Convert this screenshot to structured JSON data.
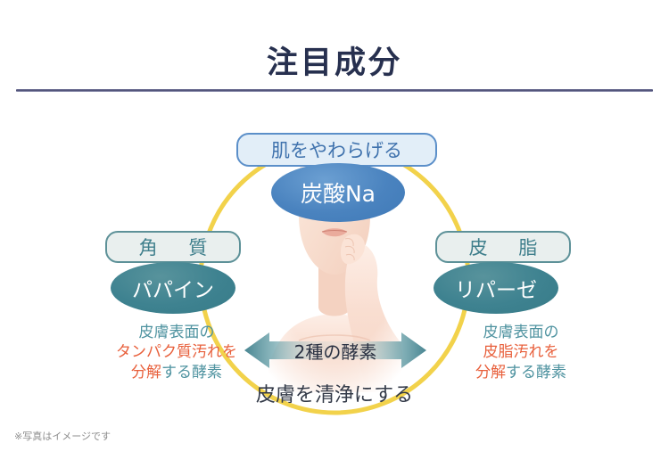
{
  "header": {
    "title": "注目成分"
  },
  "diagram": {
    "top": {
      "pill_label": "肌をやわらげる",
      "ingredient": "炭酸Na"
    },
    "left": {
      "pill_label": "角 質",
      "ingredient": "パパイン",
      "desc_line1": "皮膚表面の",
      "desc_line2": "タンパク質汚れを",
      "desc_line3_highlight": "分解",
      "desc_line3_rest": "する酵素"
    },
    "right": {
      "pill_label": "皮 脂",
      "ingredient": "リパーゼ",
      "desc_line1": "皮膚表面の",
      "desc_line2": "皮脂汚れを",
      "desc_line3_highlight": "分解",
      "desc_line3_rest": "する酵素"
    },
    "center_banner": "2種の酵素",
    "caption": "皮膚を清浄にする"
  },
  "footnote": "※写真はイメージです",
  "colors": {
    "title": "#27304f",
    "rule": "#5a5c84",
    "blue_accent": "#4a83bf",
    "blue_pill_bg": "#e2eef8",
    "blue_pill_border": "#5b8fc9",
    "teal_accent": "#3e8290",
    "teal_pill_bg": "#e9efee",
    "teal_pill_border": "#5d9198",
    "desc_teal": "#4f93a0",
    "desc_orange": "#e8603c",
    "ring_yellow": "#f2d24b",
    "caption": "#333a48",
    "footnote": "#8d8d8d",
    "background": "#ffffff"
  }
}
